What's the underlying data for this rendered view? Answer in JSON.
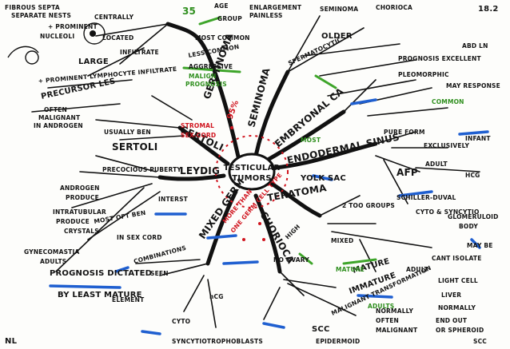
{
  "page_number": "18.2",
  "signature": "NL",
  "colors": {
    "ink": "#141414",
    "highlight_blue": "#1f5fd0",
    "highlight_green": "#3ea52a",
    "accent_red": "#d0141e"
  },
  "center": {
    "line1": "TESTICULAR",
    "line2": "TUMORS"
  },
  "main_branches": {
    "germ_cell": "GERMINOMA",
    "seminoma": "SEMINOMA",
    "embryonal": "EMBRYONAL CA",
    "endodermal": "ENDODERMAL SINUS",
    "teratoma": "TERATOMA",
    "choriocarcinoma": "CHORIOCA",
    "mixed": "MIXED GERM",
    "leydig": "LEYDIG",
    "sertoli": "SERTOLI",
    "germ_cell_percent": "95%"
  },
  "notes_left": [
    "FIBROUS SEPTA",
    "SEPARATE NESTS",
    "+ PROMINENT",
    "NUCLEOLI",
    "CENTRALLY",
    "LOCATED",
    "LARGE",
    "INFILTRATE",
    "+ PROMINENT LYMPHOCYTE INFILTRATE",
    "PRECURSOR LES",
    "OFTEN",
    "MALIGNANT",
    "IN ANDROGEN",
    "USUALLY BEN",
    "SERTOLI",
    "ANDROGEN",
    "PRODUCE",
    "PRECOCIOUS PUBERTY",
    "INTRATUBULAR",
    "PRODUCE",
    "CRYSTALS",
    "PROGNOSIS DICTATED",
    "BY LEAST MATURE",
    "ELEMENT",
    "GYNECOMASTIA",
    "ADULTS",
    "INTERST",
    "MOST OFT BEN",
    "IN SEX CORD",
    "COMBINATIONS",
    "SEEN"
  ],
  "notes_top": [
    "35",
    "AGE",
    "GROUP",
    "MOST COMMON",
    "OLDER",
    "SPERMATOCYTIC",
    "PAINLESS",
    "ENLARGEMENT",
    "SEMINOMA",
    "CHORIOCA",
    "ABD LN",
    "LESS COMMON",
    "PROGNOSIS EXCELLENT",
    "PLEOMORPHIC",
    "MAY RESPONSE",
    "AGGRESSIVE"
  ],
  "notes_right": [
    "PURE FORM",
    "EXCLUSIVELY",
    "INFANT",
    "ADULT",
    "AFP",
    "HCG",
    "SCHILLER-DUVAL",
    "GLOMERULOID",
    "BODY",
    "YOLK SAC",
    "MAY BE",
    "CYTO & SYNCYTIO",
    "CANT ISOLATE",
    "LIGHT CELL",
    "LIVER",
    "NORMALLY",
    "END OUT",
    "OR SPHEROID",
    "SCC"
  ],
  "notes_bottom": [
    "HIGH",
    "MIXED",
    "MATURE",
    "IMMATURE",
    "MALIGNANT TRANSFORMATION",
    "SCC",
    "EPIDERMOID",
    "ADULT",
    "NORMALLY",
    "OFTEN",
    "MALIGNANT",
    "CYTO",
    "SYNCYTIOTROPHOBLASTS",
    "hCG",
    "NO OVARY",
    "2 TOO GROUPS"
  ],
  "green_notes": [
    "MALIGN",
    "PROGNOSIS",
    "MATURE",
    "COMMON",
    "MOST",
    "ADULTS"
  ],
  "red_notes": [
    "STROMAL",
    "SEX-CORD",
    "MORE THAN",
    "ONE GERM CELL TYPE"
  ]
}
